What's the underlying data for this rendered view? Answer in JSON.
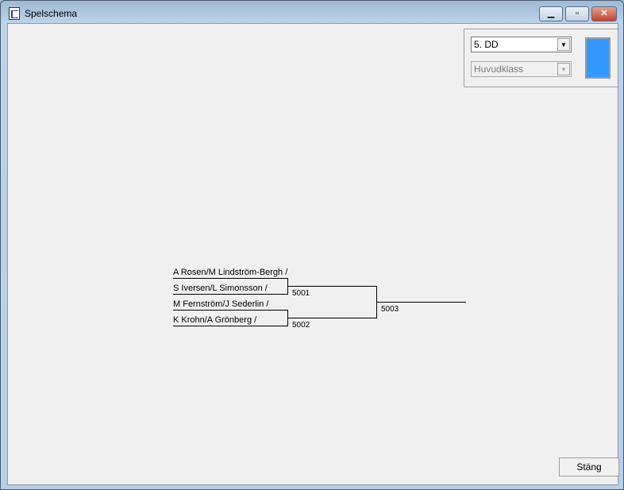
{
  "window": {
    "title": "Spelschema",
    "minimize": "▁",
    "maximize": "▫",
    "close": "✕"
  },
  "controls": {
    "class_select": "5.  DD",
    "sub_select": "Huvudklass",
    "color": "#3399ff"
  },
  "bracket": {
    "players": [
      "A Rosen/M Lindström-Bergh /",
      "S Iversen/L Simonsson /",
      "M Fernström/J Sederlin /",
      "K Krohn/A Grönberg /"
    ],
    "matches": [
      "5001",
      "5002",
      "5003"
    ]
  },
  "footer": {
    "close_label": "Stäng"
  }
}
